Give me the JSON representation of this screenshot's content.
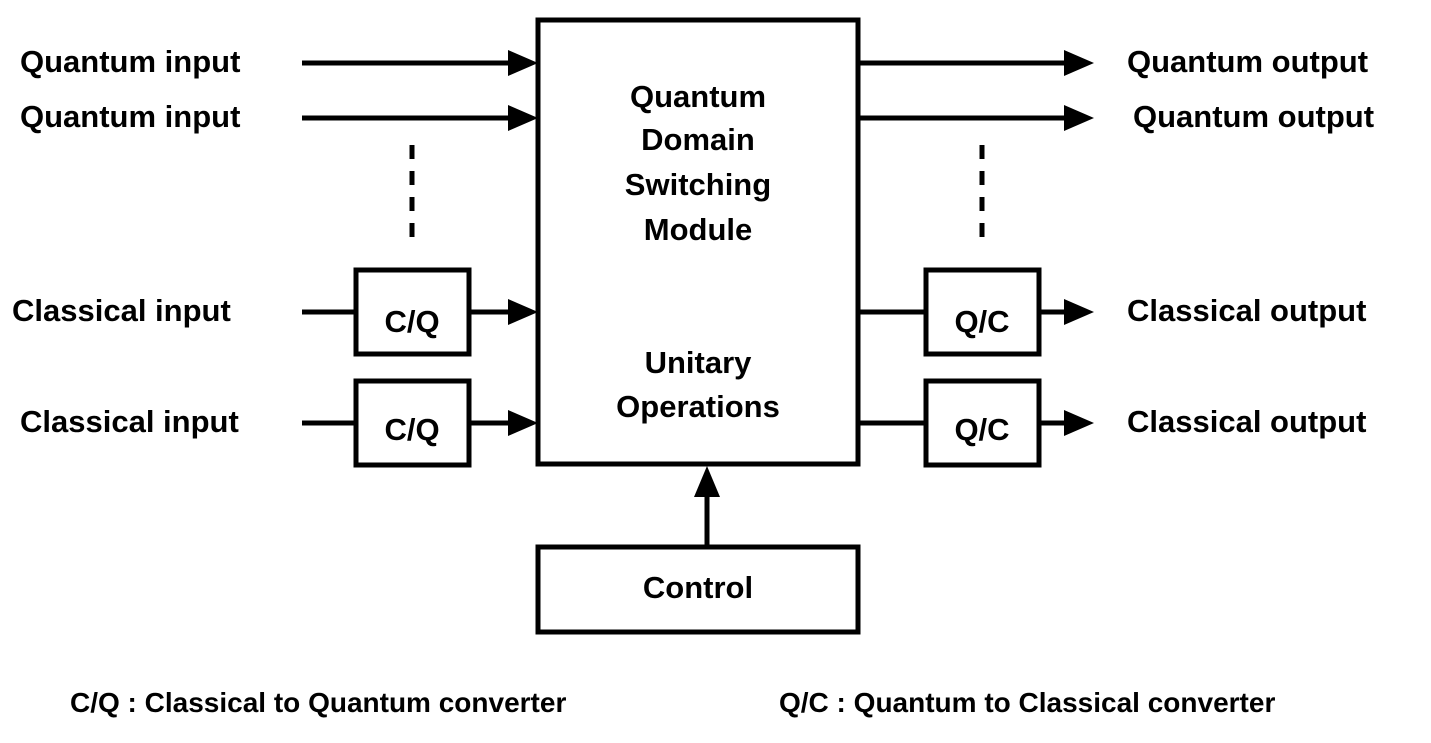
{
  "inputs": {
    "quantum_1": "Quantum input",
    "quantum_2": "Quantum input",
    "classical_1": "Classical input",
    "classical_2": "Classical input"
  },
  "outputs": {
    "quantum_1": "Quantum output",
    "quantum_2": "Quantum output",
    "classical_1": "Classical output",
    "classical_2": "Classical output"
  },
  "converters": {
    "cq_1": "C/Q",
    "cq_2": "C/Q",
    "qc_1": "Q/C",
    "qc_2": "Q/C"
  },
  "module": {
    "title_lines": [
      "Quantum",
      "Domain",
      "Switching",
      "Module"
    ],
    "ops_lines": [
      "Unitary",
      "Operations"
    ]
  },
  "control": {
    "label": "Control"
  },
  "legend": {
    "cq": "C/Q  : Classical to Quantum converter",
    "qc": "Q/C  : Quantum to Classical converter"
  }
}
